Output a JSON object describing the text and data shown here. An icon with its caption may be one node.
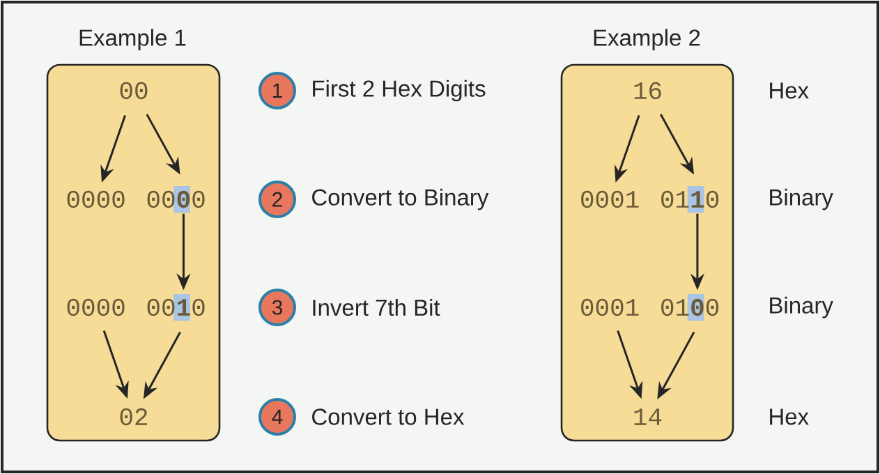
{
  "diagram": {
    "nodes": [
      {
        "text": [
          "Example 1"
        ]
      },
      {
        "text": [
          "00"
        ],
        "in": 0
      },
      {
        "text": [
          "0000"
        ],
        "in": 0
      },
      {
        "text": [
          "00**0**0"
        ],
        "in": 0
      },
      {
        "text": [
          "0000"
        ],
        "in": 0
      },
      {
        "text": [
          "00**1**0"
        ],
        "in": 0
      },
      {
        "text": [
          "02"
        ],
        "in": 0
      },
      {
        "text": [
          "Example 2"
        ]
      },
      {
        "text": [
          "16"
        ],
        "in": 7
      },
      {
        "text": [
          "0001"
        ],
        "in": 7
      },
      {
        "text": [
          "01**1**0"
        ],
        "in": 7
      },
      {
        "text": [
          "0001"
        ],
        "in": 7
      },
      {
        "text": [
          "01**0**0"
        ],
        "in": 7
      },
      {
        "text": [
          "14"
        ],
        "in": 7
      },
      {
        "text": [
          "1"
        ],
        "beside": [
          "First 2 Hex Digits"
        ]
      },
      {
        "text": [
          "2"
        ],
        "beside": [
          "Convert to Binary"
        ]
      },
      {
        "text": [
          "3"
        ],
        "beside": [
          "Invert 7th Bit"
        ]
      },
      {
        "text": [
          "4"
        ],
        "beside": [
          "Convert to Hex"
        ]
      }
    ],
    "edges": [
      {
        "from": 1,
        "to": 2,
        "arrow": "to"
      },
      {
        "from": 1,
        "to": 3,
        "arrow": "to"
      },
      {
        "from": 3,
        "to": 5,
        "arrow": "to"
      },
      {
        "from": 4,
        "to": 6,
        "arrow": "to"
      },
      {
        "from": 5,
        "to": 6,
        "arrow": "to"
      },
      {
        "from": 8,
        "to": 9,
        "arrow": "to"
      },
      {
        "from": 8,
        "to": 10,
        "arrow": "to"
      },
      {
        "from": 10,
        "to": 12,
        "arrow": "to"
      },
      {
        "from": 11,
        "to": 13,
        "arrow": "to"
      },
      {
        "from": 12,
        "to": 13,
        "arrow": "to"
      }
    ],
    "labels": [
      "Hex",
      "Binary",
      "Binary",
      "Hex"
    ]
  }
}
